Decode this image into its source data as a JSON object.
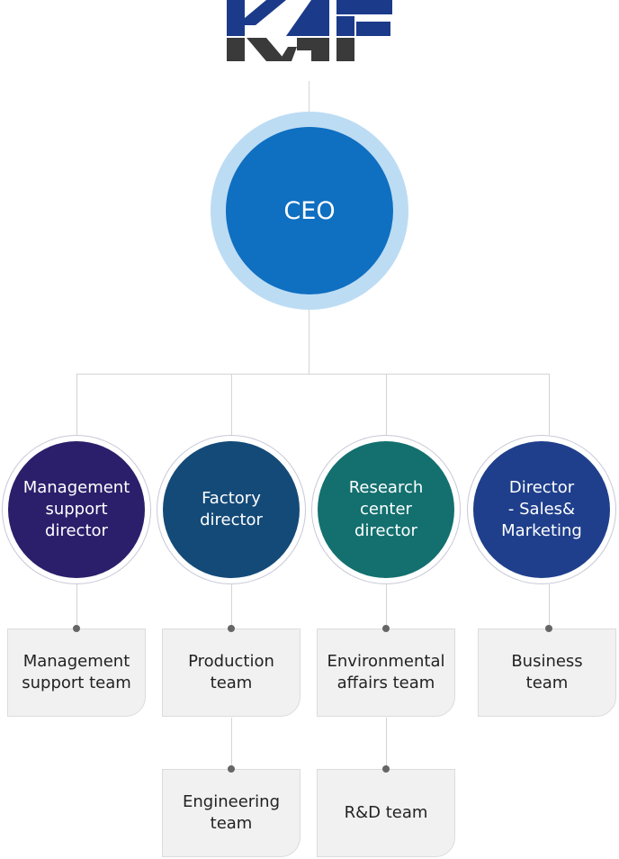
{
  "brand": {
    "logo_text": "KAF",
    "colors": {
      "navy": "#1b3a8a",
      "dark": "#3a3a3a"
    }
  },
  "ceo": {
    "label": "CEO",
    "color": "#0f6fc1",
    "ring_color": "#bcdcf4"
  },
  "directors": [
    {
      "label": "Management\nsupport\ndirector",
      "color": "#2b1f6b"
    },
    {
      "label": "Factory\ndirector",
      "color": "#144a78"
    },
    {
      "label": "Research\ncenter\ndirector",
      "color": "#13706f"
    },
    {
      "label": "Director\n- Sales&\nMarketing",
      "color": "#1f3f8c"
    }
  ],
  "teams": {
    "management_support": "Management\nsupport team",
    "production": "Production\nteam",
    "engineering": "Engineering\nteam",
    "environmental_affairs": "Environmental\naffairs team",
    "rnd": "R&D team",
    "business": "Business\nteam"
  }
}
